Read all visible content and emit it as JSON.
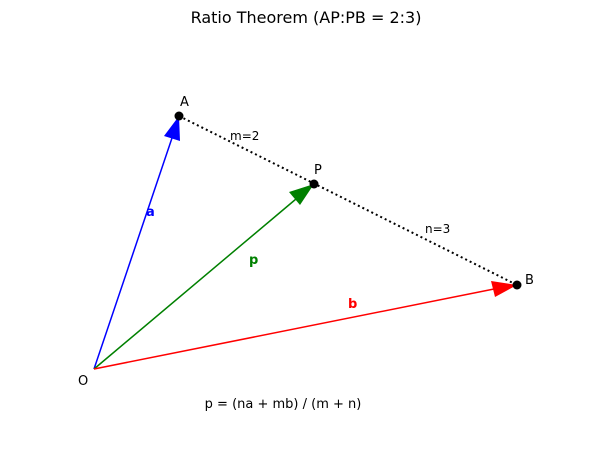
{
  "title": "Ratio Theorem (AP:PB = 2:3)",
  "points": {
    "O": "O",
    "A": "A",
    "P": "P",
    "B": "B"
  },
  "ratio_labels": {
    "m": "m=2",
    "n": "n=3"
  },
  "vectors": {
    "a": {
      "label": "a",
      "color": "#0000ff"
    },
    "b": {
      "label": "b",
      "color": "#ff0000"
    },
    "p": {
      "label": "p",
      "color": "#008000"
    }
  },
  "segment_color": "#000000",
  "formula": "p = (na + mb) / (m + n)"
}
